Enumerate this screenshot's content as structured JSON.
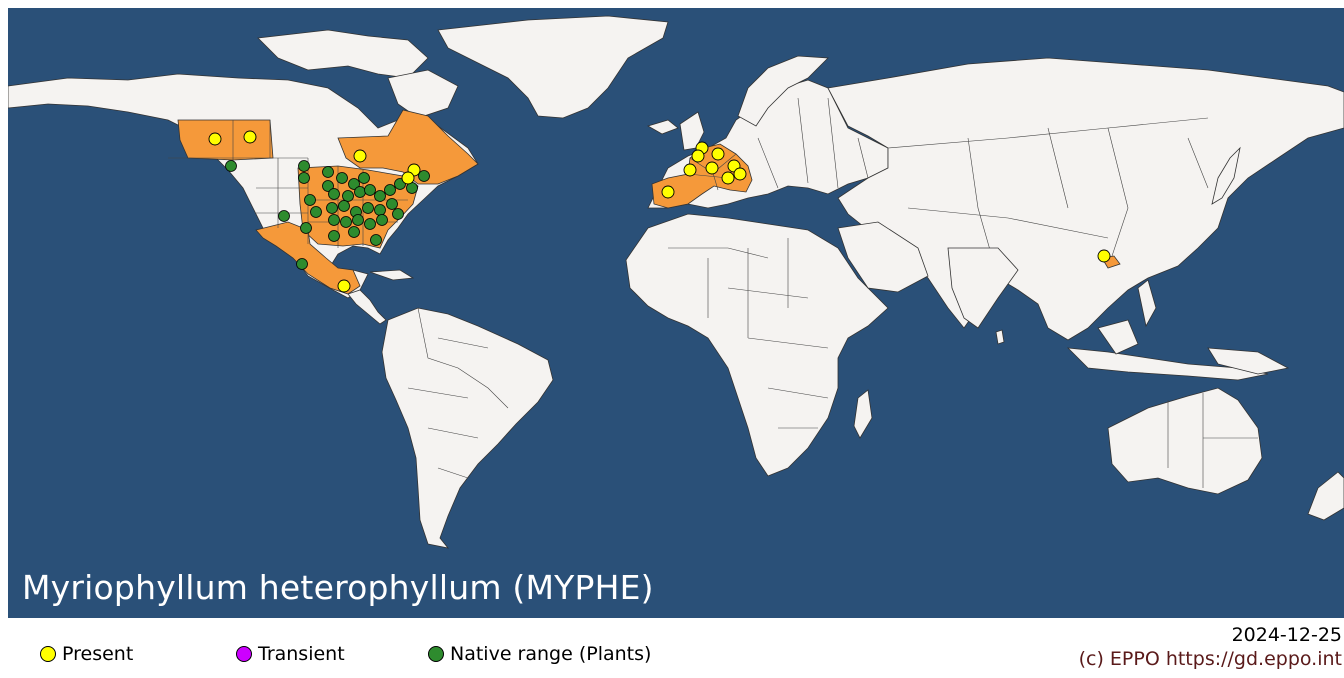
{
  "map": {
    "title": "Myriophyllum heterophyllum (MYPHE)",
    "colors": {
      "ocean": "#2a5078",
      "land": "#f5f3f1",
      "range": "#f5993a",
      "present": "#ffff00",
      "transient": "#cc00ff",
      "native": "#2e8b2e"
    }
  },
  "legend": {
    "items": [
      {
        "label": "Present",
        "color": "#ffff00",
        "icon": "yellow-circle"
      },
      {
        "label": "Transient",
        "color": "#cc00ff",
        "icon": "purple-circle"
      },
      {
        "label": "Native range (Plants)",
        "color": "#2e8b2e",
        "icon": "green-circle"
      }
    ],
    "date": "2024-12-25",
    "credit": "(c) EPPO https://gd.eppo.int"
  }
}
